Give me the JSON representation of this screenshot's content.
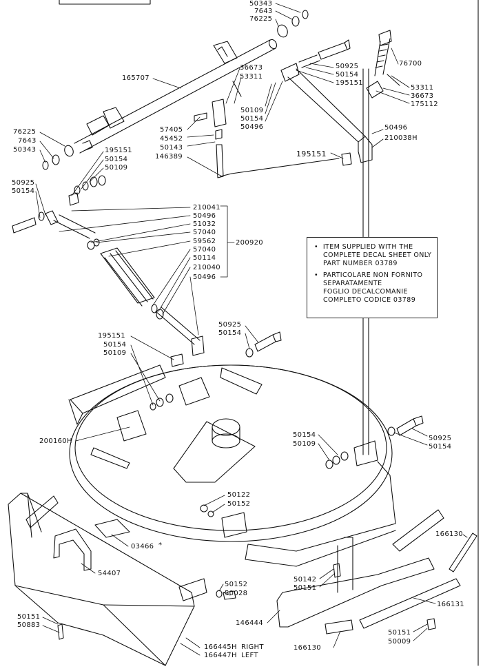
{
  "note": {
    "english": [
      "ITEM SUPPLIED WITH THE",
      "COMPLETE DECAL SHEET ONLY",
      "PART NUMBER 03789"
    ],
    "italian": [
      "PARTICOLARE NON FORNITO",
      "SEPARATAMENTE",
      "FOGLIO DECALCOMANIE",
      "COMPLETO CODICE 03789"
    ],
    "bullet": "•"
  },
  "labels": {
    "t50343": "50343",
    "t7643": "7643",
    "t76225": "76225",
    "t165707": "165707",
    "t36673": "36673",
    "t53311": "53311",
    "t50109": "50109",
    "t50154": "50154",
    "t50496": "50496",
    "t50925": "50925",
    "t195151": "195151",
    "t76700": "76700",
    "t53311b": "53311",
    "t36673b": "36673",
    "t175112": "175112",
    "t57405": "57405",
    "t45452": "45452",
    "t50143": "50143",
    "t146389": "146389",
    "t50496b": "50496",
    "t210038H": "210038H",
    "t195151b": "195151",
    "t76225b": "76225",
    "t7643b": "7643",
    "t50343b": "50343",
    "t195151c": "195151",
    "t50154c": "50154",
    "t50109c": "50109",
    "t50925c": "50925",
    "t50154d": "50154",
    "t210041": "210041",
    "t50496c": "50496",
    "t51032": "51032",
    "t57040": "57040",
    "t59562": "59562",
    "t57040b": "57040",
    "t50114": "50114",
    "t210040": "210040",
    "t50496d": "50496",
    "t200920": "200920",
    "t50925e": "50925",
    "t50154e": "50154",
    "t195151e": "195151",
    "t50154f": "50154",
    "t50109f": "50109",
    "t200160H": "200160H",
    "t50154g": "50154",
    "t50109g": "50109",
    "t50925g": "50925",
    "t50154h": "50154",
    "t50122": "50122",
    "t50152": "50152",
    "t03466": "03466",
    "star": "*",
    "t54407": "54407",
    "t166130": "166130",
    "t50142": "50142",
    "t50151": "50151",
    "t166131": "166131",
    "t50152b": "50152",
    "t50028": "50028",
    "t50151b": "50151",
    "t50883": "50883",
    "t146444": "146444",
    "t50151c": "50151",
    "t50009": "50009",
    "t166130b": "166130",
    "t166445H": "166445H",
    "t166447H": "166447H",
    "right": "RIGHT",
    "left": "LEFT"
  }
}
